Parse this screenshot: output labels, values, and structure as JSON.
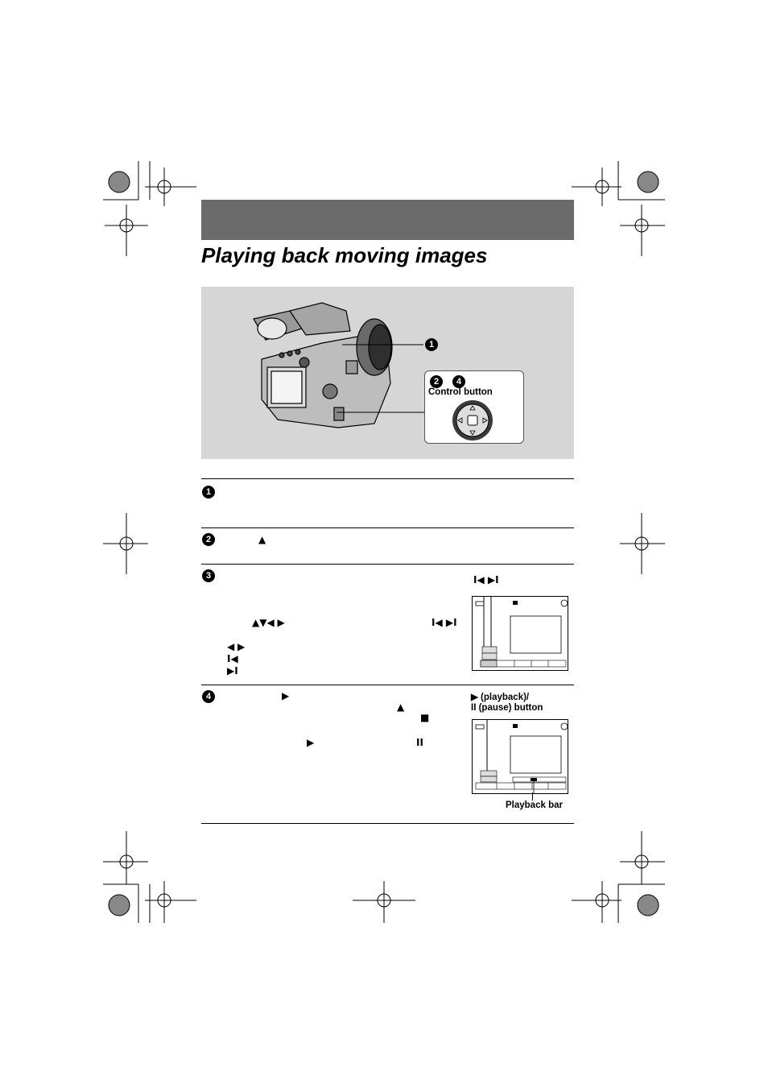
{
  "page": {
    "title": "Playing back moving images"
  },
  "illustration": {
    "callout_number_1": "1",
    "callout_numbers_2_4": [
      "2",
      "4"
    ],
    "control_button_label": "Control button"
  },
  "steps": [
    {
      "number": "1",
      "glyphs": []
    },
    {
      "number": "2",
      "glyphs": [
        "▲"
      ]
    },
    {
      "number": "3",
      "glyphs": [
        "▲▼◀ ▶",
        "I◀ ▶I",
        "◀ ▶",
        "I◀",
        "▶I"
      ]
    },
    {
      "number": "4",
      "glyphs": [
        "▶",
        "▲",
        "■",
        "▶",
        "II"
      ]
    }
  ],
  "figure3": {
    "label": "I◀ ▶I"
  },
  "figure4": {
    "label_line1": "▶ (playback)/",
    "label_line2": "II (pause) button",
    "playback_bar_label": "Playback bar"
  }
}
